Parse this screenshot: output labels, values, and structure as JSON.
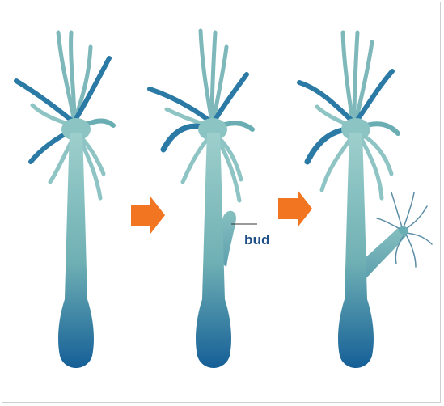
{
  "diagram": {
    "stages": [
      "stage-1-mature-hydra",
      "stage-2-budding-hydra",
      "stage-3-developed-bud"
    ],
    "arrows": 2,
    "annotation": {
      "bud_label": "bud"
    },
    "colors": {
      "body_light": "#8fc7c6",
      "body_mid": "#5ea6ad",
      "body_dark": "#1b6b9a",
      "arrow": "#f27522",
      "label": "#1f4f86"
    }
  }
}
